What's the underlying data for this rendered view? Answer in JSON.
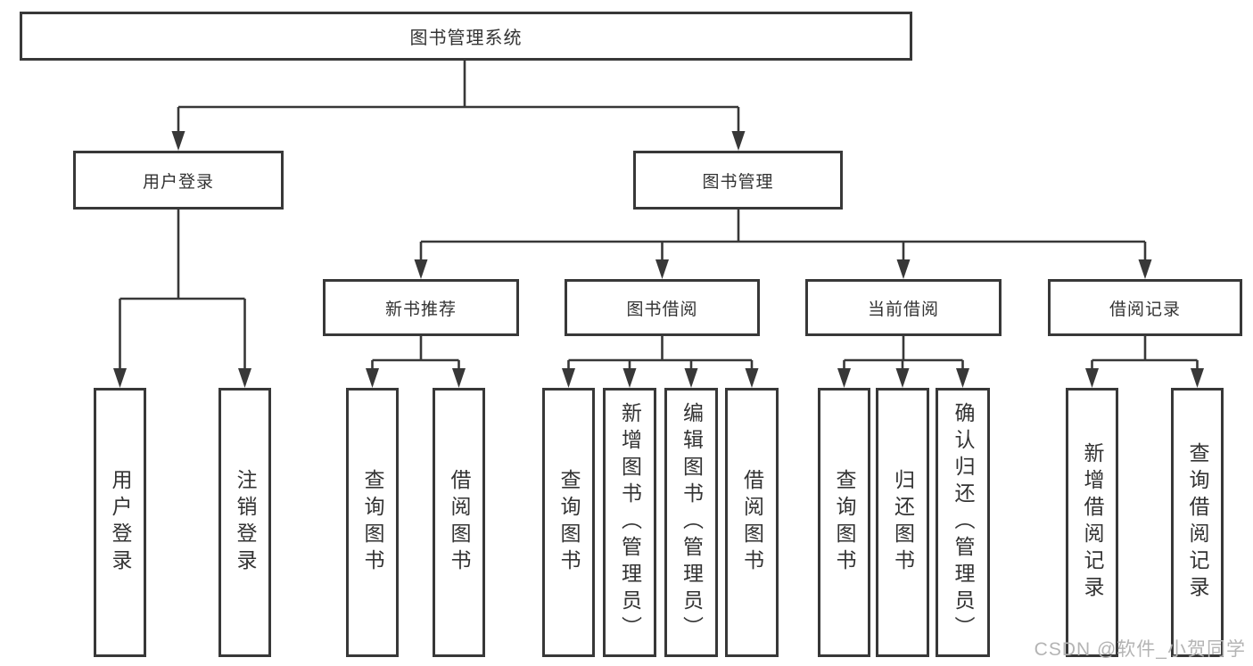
{
  "diagram": {
    "root": {
      "label": "图书管理系统"
    },
    "level2": [
      {
        "label": "用户登录"
      },
      {
        "label": "图书管理"
      }
    ],
    "level3": [
      {
        "label": "新书推荐"
      },
      {
        "label": "图书借阅"
      },
      {
        "label": "当前借阅"
      },
      {
        "label": "借阅记录"
      }
    ],
    "groups": [
      {
        "parent": "用户登录",
        "children": [
          {
            "label": "用户登录"
          },
          {
            "label": "注销登录"
          }
        ]
      },
      {
        "parent": "新书推荐",
        "children": [
          {
            "label": "查询图书"
          },
          {
            "label": "借阅图书"
          }
        ]
      },
      {
        "parent": "图书借阅",
        "children": [
          {
            "label": "查询图书"
          },
          {
            "label": "新增图书（管理员）"
          },
          {
            "label": "编辑图书（管理员）"
          },
          {
            "label": "借阅图书"
          }
        ]
      },
      {
        "parent": "当前借阅",
        "children": [
          {
            "label": "查询图书"
          },
          {
            "label": "归还图书"
          },
          {
            "label": "确认归还（管理员）"
          }
        ]
      },
      {
        "parent": "借阅记录",
        "children": [
          {
            "label": "新增借阅记录"
          },
          {
            "label": "查询借阅记录"
          }
        ]
      }
    ]
  },
  "watermark": "CSDN @软件_小贺同学",
  "colors": {
    "line": "#383838",
    "border": "#383838",
    "text": "#333333",
    "watermark": "#b4b4b4",
    "background": "#ffffff"
  }
}
